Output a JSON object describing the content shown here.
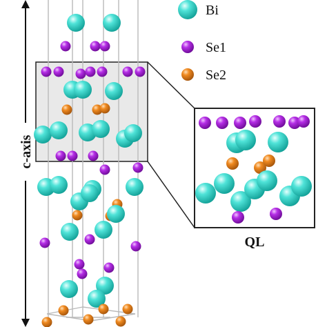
{
  "legend": {
    "bi_label": "Bi",
    "se1_label": "Se1",
    "se2_label": "Se2"
  },
  "axis": {
    "label": "c-axis"
  },
  "inset": {
    "label": "QL"
  },
  "colors": {
    "bi": "#2ed3c8",
    "se1": "#a21bd8",
    "se2": "#e07a15",
    "bond": "#b9b9b9",
    "box_fill": "#e9e9e9",
    "outline": "#222222"
  }
}
